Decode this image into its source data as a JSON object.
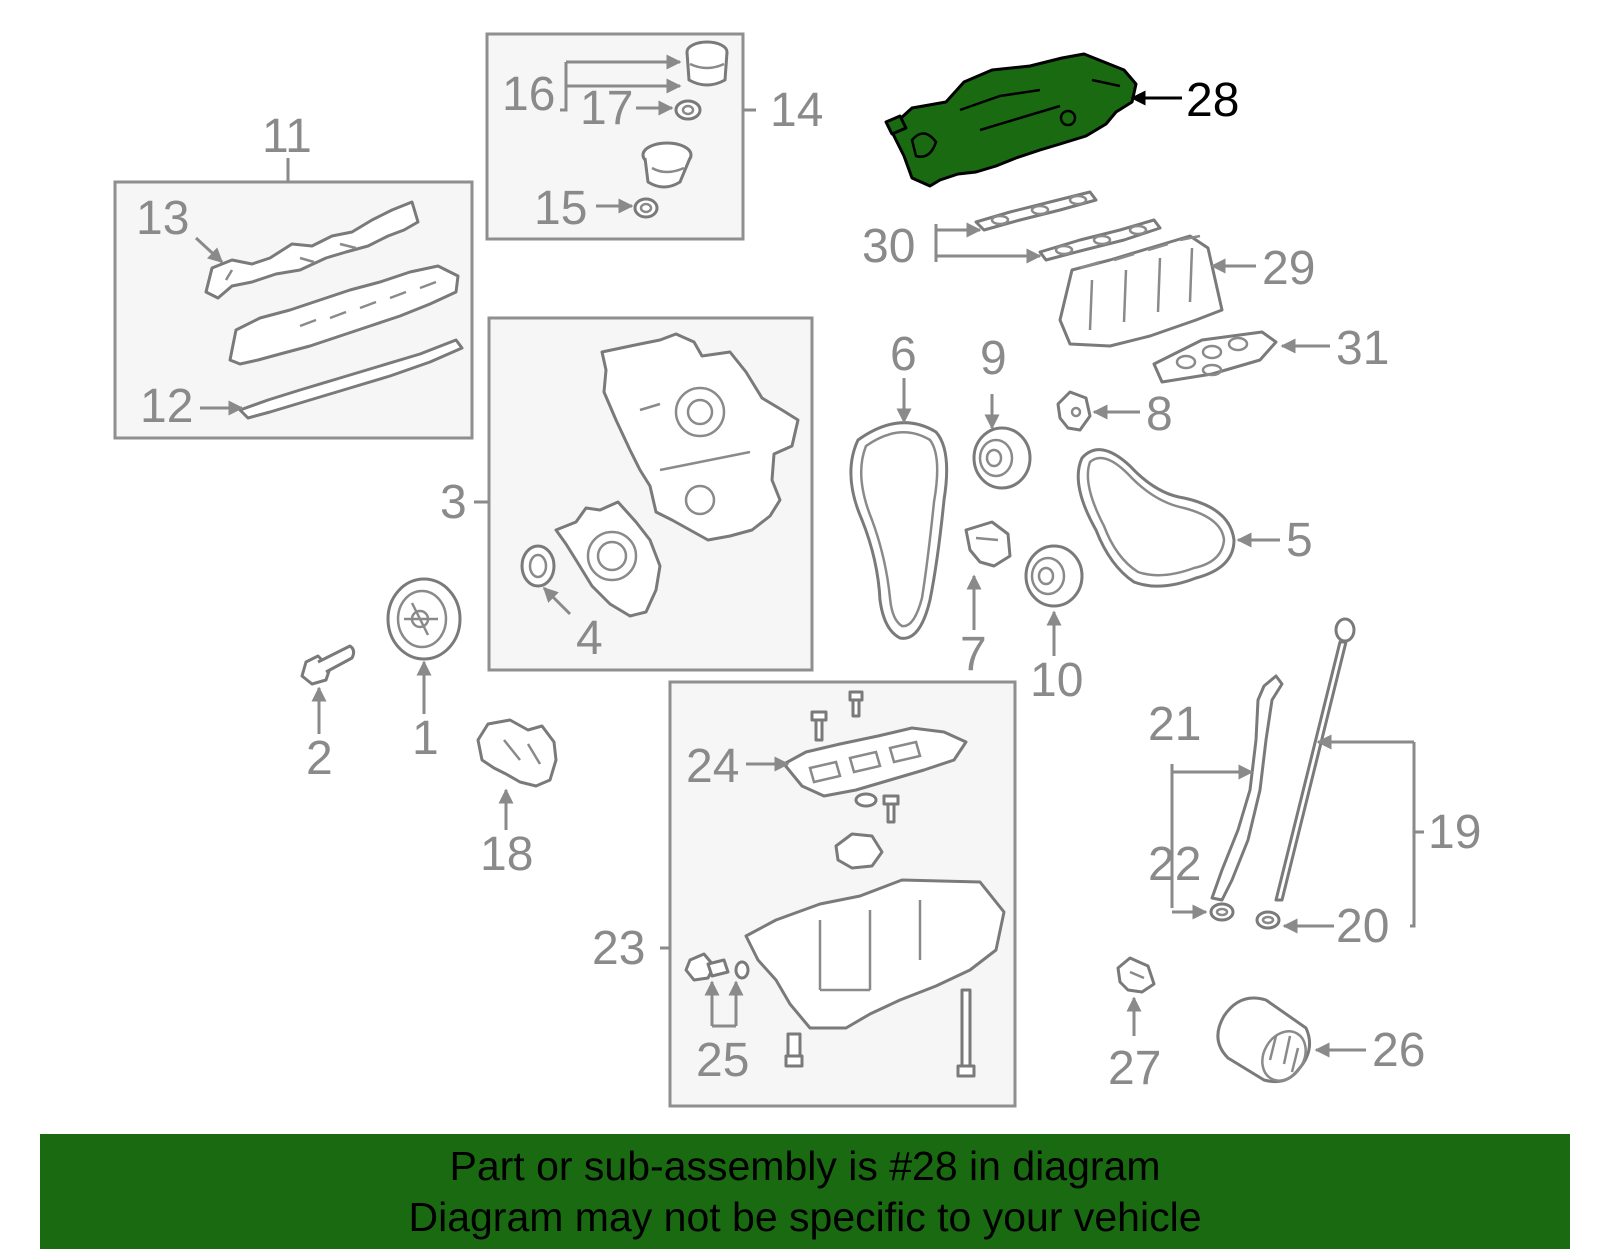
{
  "colors": {
    "highlight": "#1a6a12",
    "banner": "#1a6a12",
    "label": "#8a8a8a",
    "box": "#8f8f8f"
  },
  "highlighted_part": "28",
  "callouts": {
    "c1": "1",
    "c2": "2",
    "c3": "3",
    "c4": "4",
    "c5": "5",
    "c6": "6",
    "c7": "7",
    "c8": "8",
    "c9": "9",
    "c10": "10",
    "c11": "11",
    "c12": "12",
    "c13": "13",
    "c14": "14",
    "c15": "15",
    "c16": "16",
    "c17": "17",
    "c18": "18",
    "c19": "19",
    "c20": "20",
    "c21": "21",
    "c22": "22",
    "c23": "23",
    "c24": "24",
    "c25": "25",
    "c26": "26",
    "c27": "27",
    "c28": "28",
    "c29": "29",
    "c30": "30",
    "c31": "31"
  },
  "banner": {
    "line1": "Part or sub-assembly is #28 in diagram",
    "line2": "Diagram may not be specific to your vehicle"
  }
}
